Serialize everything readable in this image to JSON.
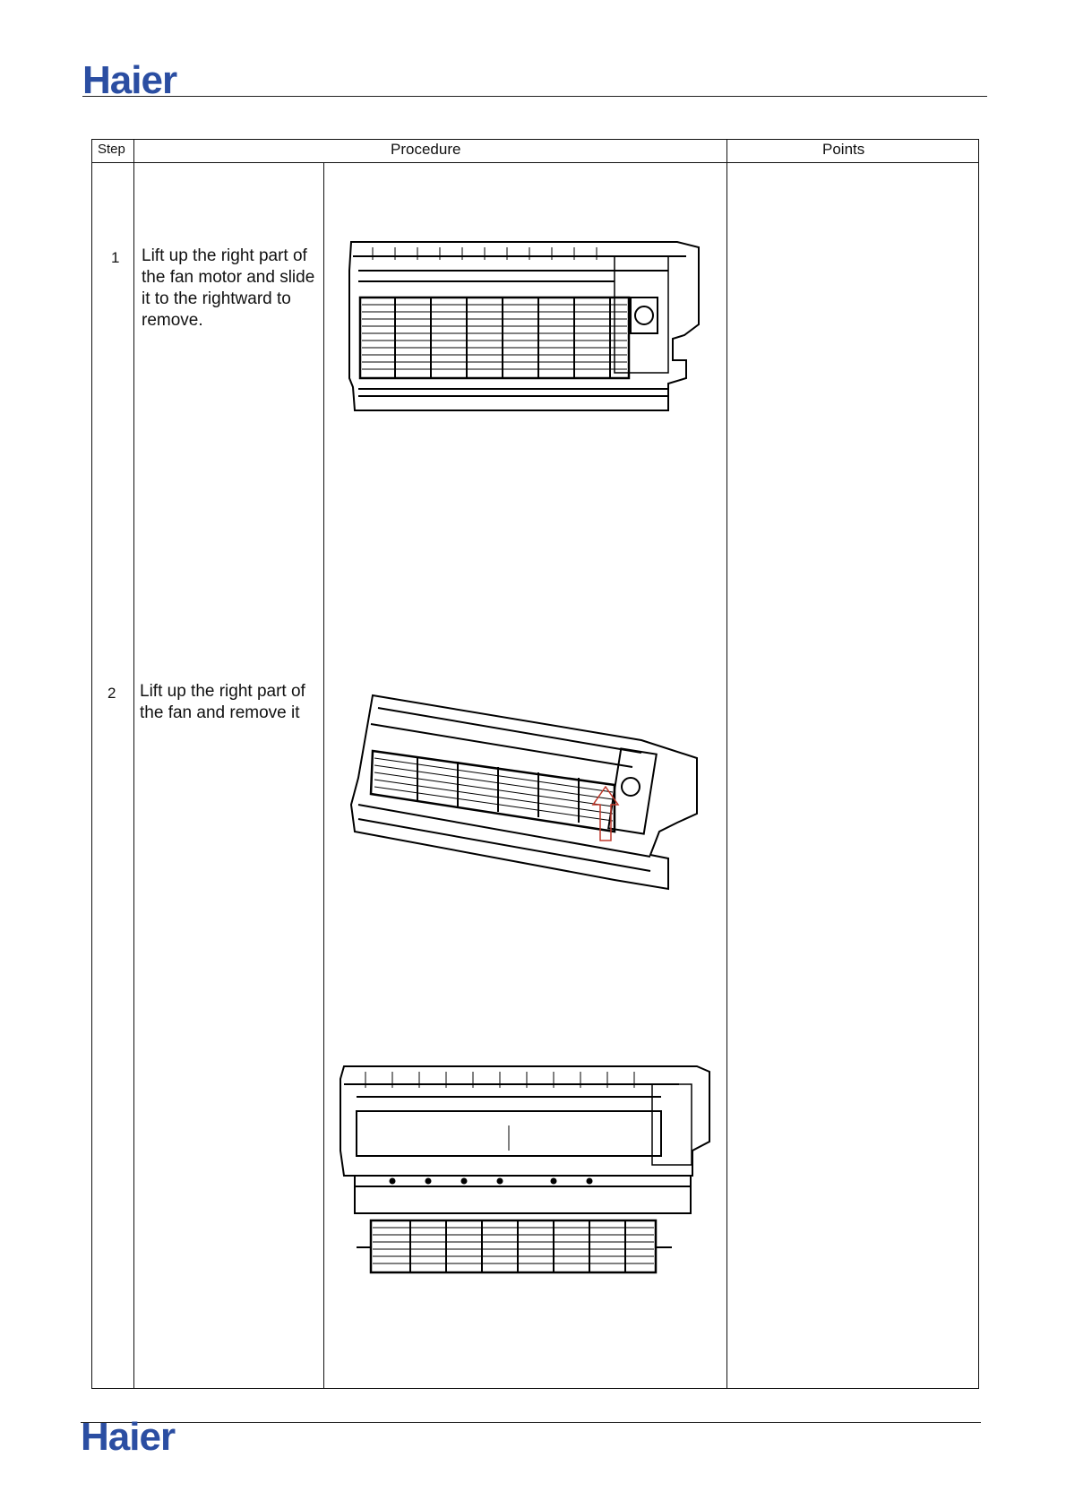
{
  "brand": {
    "logo_text": "Haier",
    "logo_color": "#2b4ea2"
  },
  "table": {
    "headers": {
      "step": "Step",
      "procedure": "Procedure",
      "points": "Points"
    },
    "steps": [
      {
        "number": "1",
        "instruction": "Lift up the right part of\nthe fan  motor  and slide\nit  to the rightward  to\nremove."
      },
      {
        "number": "2",
        "instruction": "Lift up the right part of\nthe fan and remove it"
      }
    ],
    "points_text": ""
  },
  "figures": [
    {
      "icon": "indoor-unit-with-fan-motor-drawing"
    },
    {
      "icon": "indoor-unit-tilted-fan-lift-drawing",
      "arrow_color": "#c0392b"
    },
    {
      "icon": "indoor-unit-and-removed-cross-flow-fan-drawing"
    }
  ]
}
